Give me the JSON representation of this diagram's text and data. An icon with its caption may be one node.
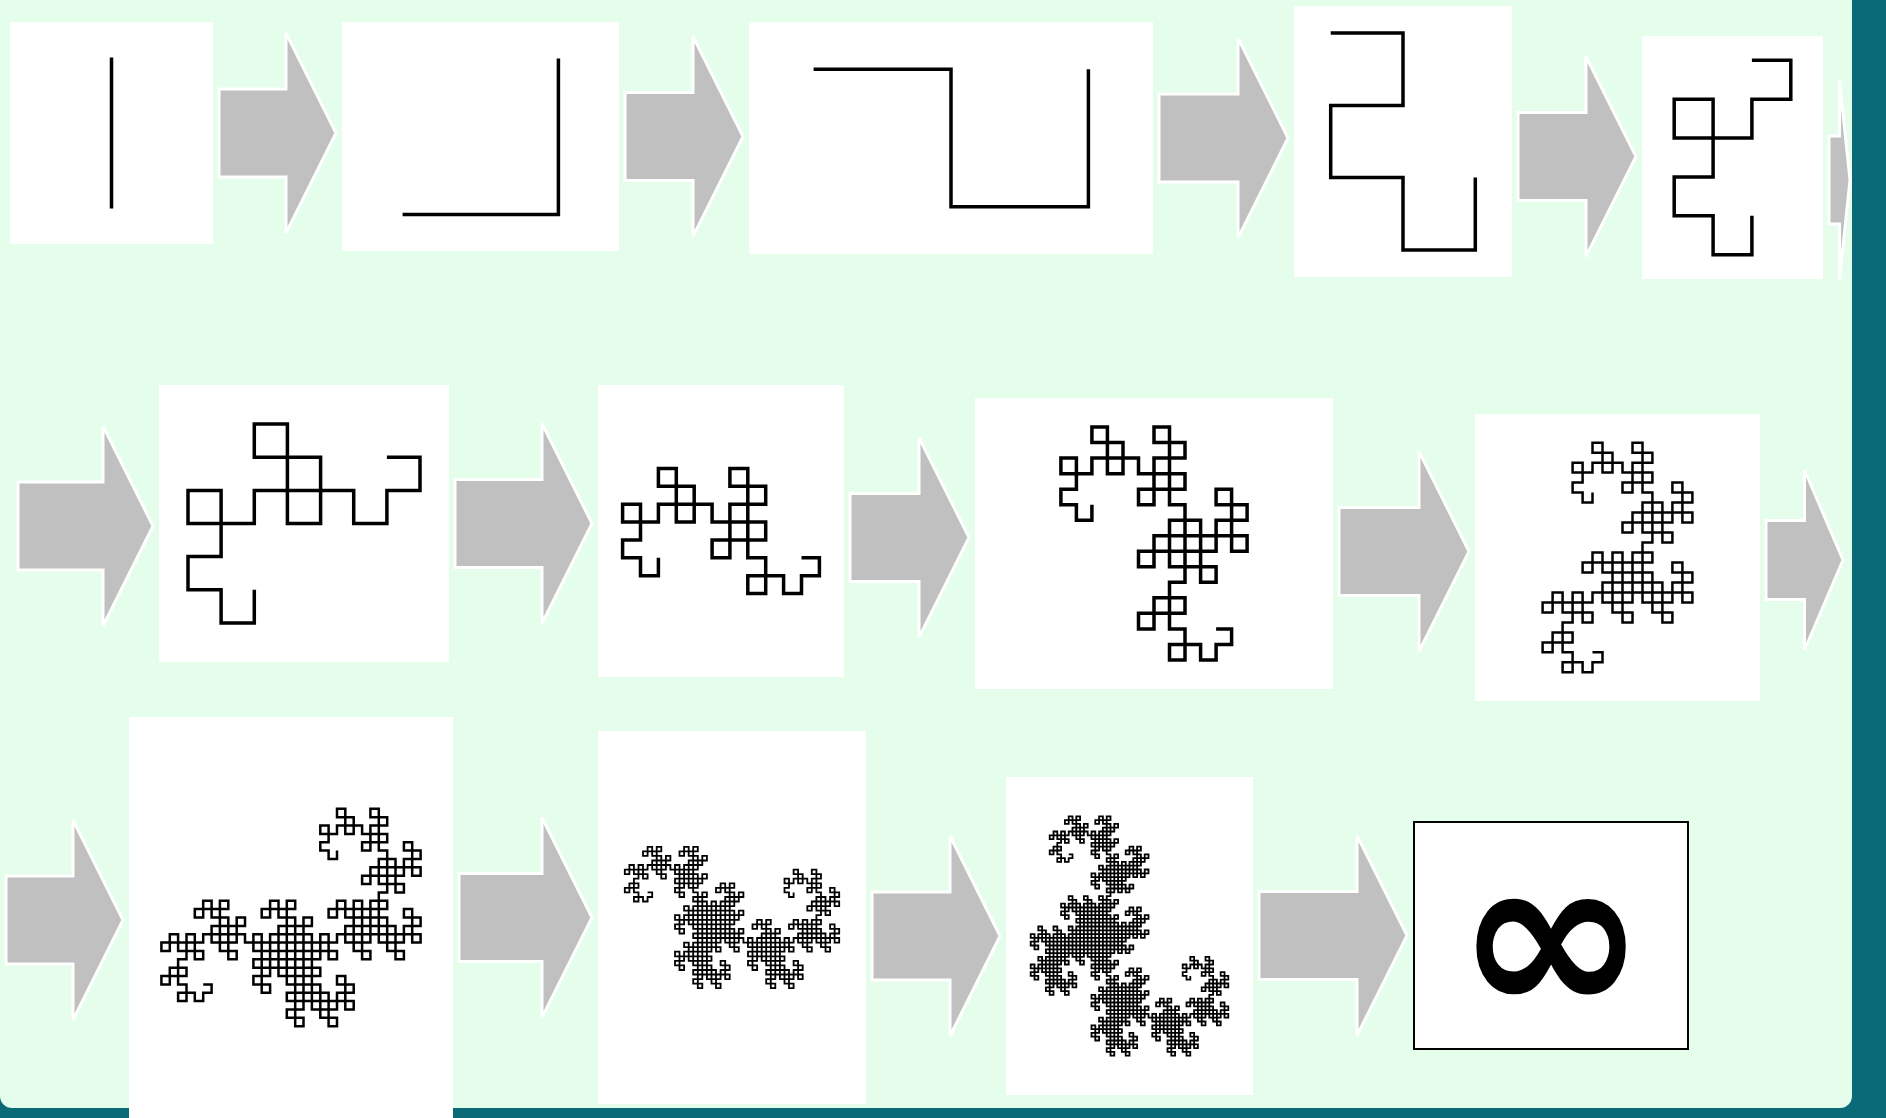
{
  "diagram": {
    "nodes": [
      {
        "text": [],
        "shape": "picture"
      },
      {
        "text": [],
        "shape": "picture"
      },
      {
        "text": [],
        "shape": "picture"
      },
      {
        "text": [],
        "shape": "picture"
      },
      {
        "text": [],
        "shape": "picture"
      },
      {
        "text": [],
        "shape": "picture"
      },
      {
        "text": [],
        "shape": "picture"
      },
      {
        "text": [],
        "shape": "picture"
      },
      {
        "text": [],
        "shape": "picture"
      },
      {
        "text": [],
        "shape": "picture"
      },
      {
        "text": [],
        "shape": "picture"
      },
      {
        "text": [],
        "shape": "picture"
      },
      {
        "text": [
          "∞"
        ]
      }
    ],
    "edges": [
      {
        "from": 0,
        "to": 1,
        "arrow": "to"
      },
      {
        "from": 1,
        "to": 2,
        "arrow": "to"
      },
      {
        "from": 2,
        "to": 3,
        "arrow": "to"
      },
      {
        "from": 3,
        "to": 4,
        "arrow": "to"
      },
      {
        "from": 4,
        "to": null,
        "arrow": "to"
      },
      {
        "from": null,
        "to": 5,
        "arrow": "to"
      },
      {
        "from": 5,
        "to": 6,
        "arrow": "to"
      },
      {
        "from": 6,
        "to": 7,
        "arrow": "to"
      },
      {
        "from": 7,
        "to": 8,
        "arrow": "to"
      },
      {
        "from": 8,
        "to": null,
        "arrow": "to"
      },
      {
        "from": null,
        "to": 9,
        "arrow": "to"
      },
      {
        "from": 9,
        "to": 10,
        "arrow": "to"
      },
      {
        "from": 10,
        "to": 11,
        "arrow": "to"
      },
      {
        "from": 11,
        "to": 12,
        "arrow": "to"
      }
    ]
  }
}
